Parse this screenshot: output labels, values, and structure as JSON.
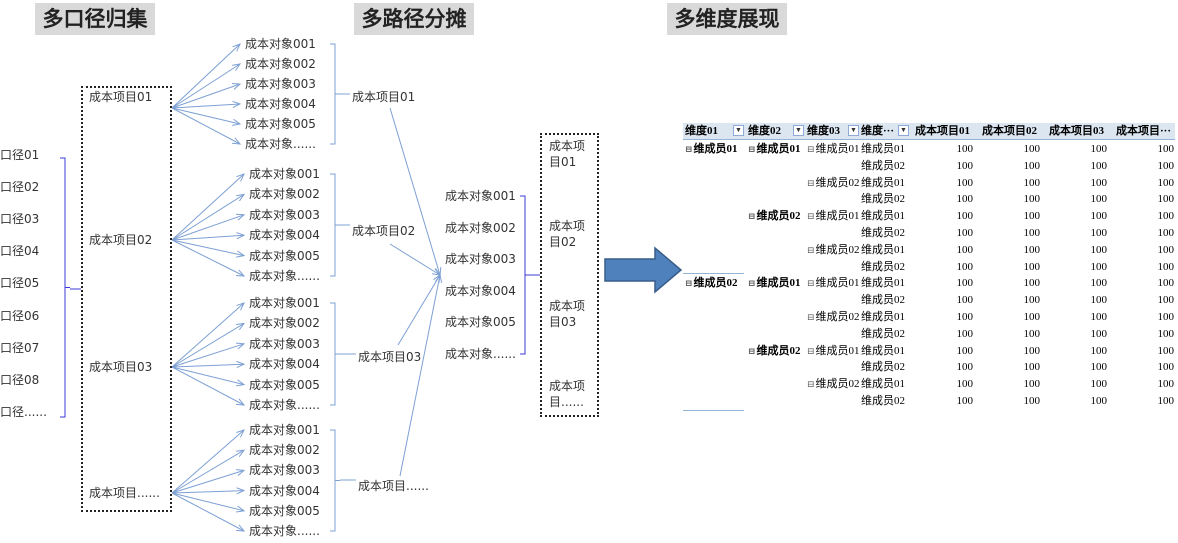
{
  "titles": {
    "aggregate": "多口径归集",
    "allocate": "多路径分摊",
    "display": "多维度展现"
  },
  "calibers": [
    "口径01",
    "口径02",
    "口径03",
    "口径04",
    "口径05",
    "口径06",
    "口径07",
    "口径08",
    "口径......"
  ],
  "cost_items": [
    "成本项目01",
    "成本项目02",
    "成本项目03",
    "成本项目......"
  ],
  "cost_objects": [
    "成本对象001",
    "成本对象002",
    "成本对象003",
    "成本对象004",
    "成本对象005",
    "成本对象......"
  ],
  "alloc_items": [
    "成本项目01",
    "成本项目02",
    "成本项目03",
    "成本项目......"
  ],
  "middle_objects": [
    "成本对象001",
    "成本对象002",
    "成本对象003",
    "成本对象004",
    "成本对象005",
    "成本对象......"
  ],
  "result_items": [
    [
      "成本项",
      "目01"
    ],
    [
      "成本项",
      "目02"
    ],
    [
      "成本项",
      "目03"
    ],
    [
      "成本项",
      "目......"
    ]
  ],
  "colors": {
    "line": "#7da0d4",
    "brace": "#3b3bd6",
    "arrow": "#4f81bd",
    "arrow_border": "#385d8a",
    "header": "#dce6f1"
  },
  "pivot": {
    "headers": [
      "维度01",
      "维度02",
      "维度03",
      "维度···",
      "成本项目01",
      "成本项目02",
      "成本项目03",
      "成本项目···"
    ],
    "rows": [
      [
        "维成员01",
        "维成员01",
        "维成员01",
        "维成员01",
        100,
        100,
        100,
        100
      ],
      [
        "",
        "",
        "",
        "维成员02",
        100,
        100,
        100,
        100
      ],
      [
        "",
        "",
        "维成员02",
        "维成员01",
        100,
        100,
        100,
        100
      ],
      [
        "",
        "",
        "",
        "维成员02",
        100,
        100,
        100,
        100
      ],
      [
        "",
        "维成员02",
        "维成员01",
        "维成员01",
        100,
        100,
        100,
        100
      ],
      [
        "",
        "",
        "",
        "维成员02",
        100,
        100,
        100,
        100
      ],
      [
        "",
        "",
        "维成员02",
        "维成员01",
        100,
        100,
        100,
        100
      ],
      [
        "",
        "",
        "",
        "维成员02",
        100,
        100,
        100,
        100
      ],
      [
        "维成员02",
        "维成员01",
        "维成员01",
        "维成员01",
        100,
        100,
        100,
        100
      ],
      [
        "",
        "",
        "",
        "维成员02",
        100,
        100,
        100,
        100
      ],
      [
        "",
        "",
        "维成员02",
        "维成员01",
        100,
        100,
        100,
        100
      ],
      [
        "",
        "",
        "",
        "维成员02",
        100,
        100,
        100,
        100
      ],
      [
        "",
        "维成员02",
        "维成员01",
        "维成员01",
        100,
        100,
        100,
        100
      ],
      [
        "",
        "",
        "",
        "维成员02",
        100,
        100,
        100,
        100
      ],
      [
        "",
        "",
        "维成员02",
        "维成员01",
        100,
        100,
        100,
        100
      ],
      [
        "",
        "",
        "",
        "维成员02",
        100,
        100,
        100,
        100
      ]
    ]
  }
}
